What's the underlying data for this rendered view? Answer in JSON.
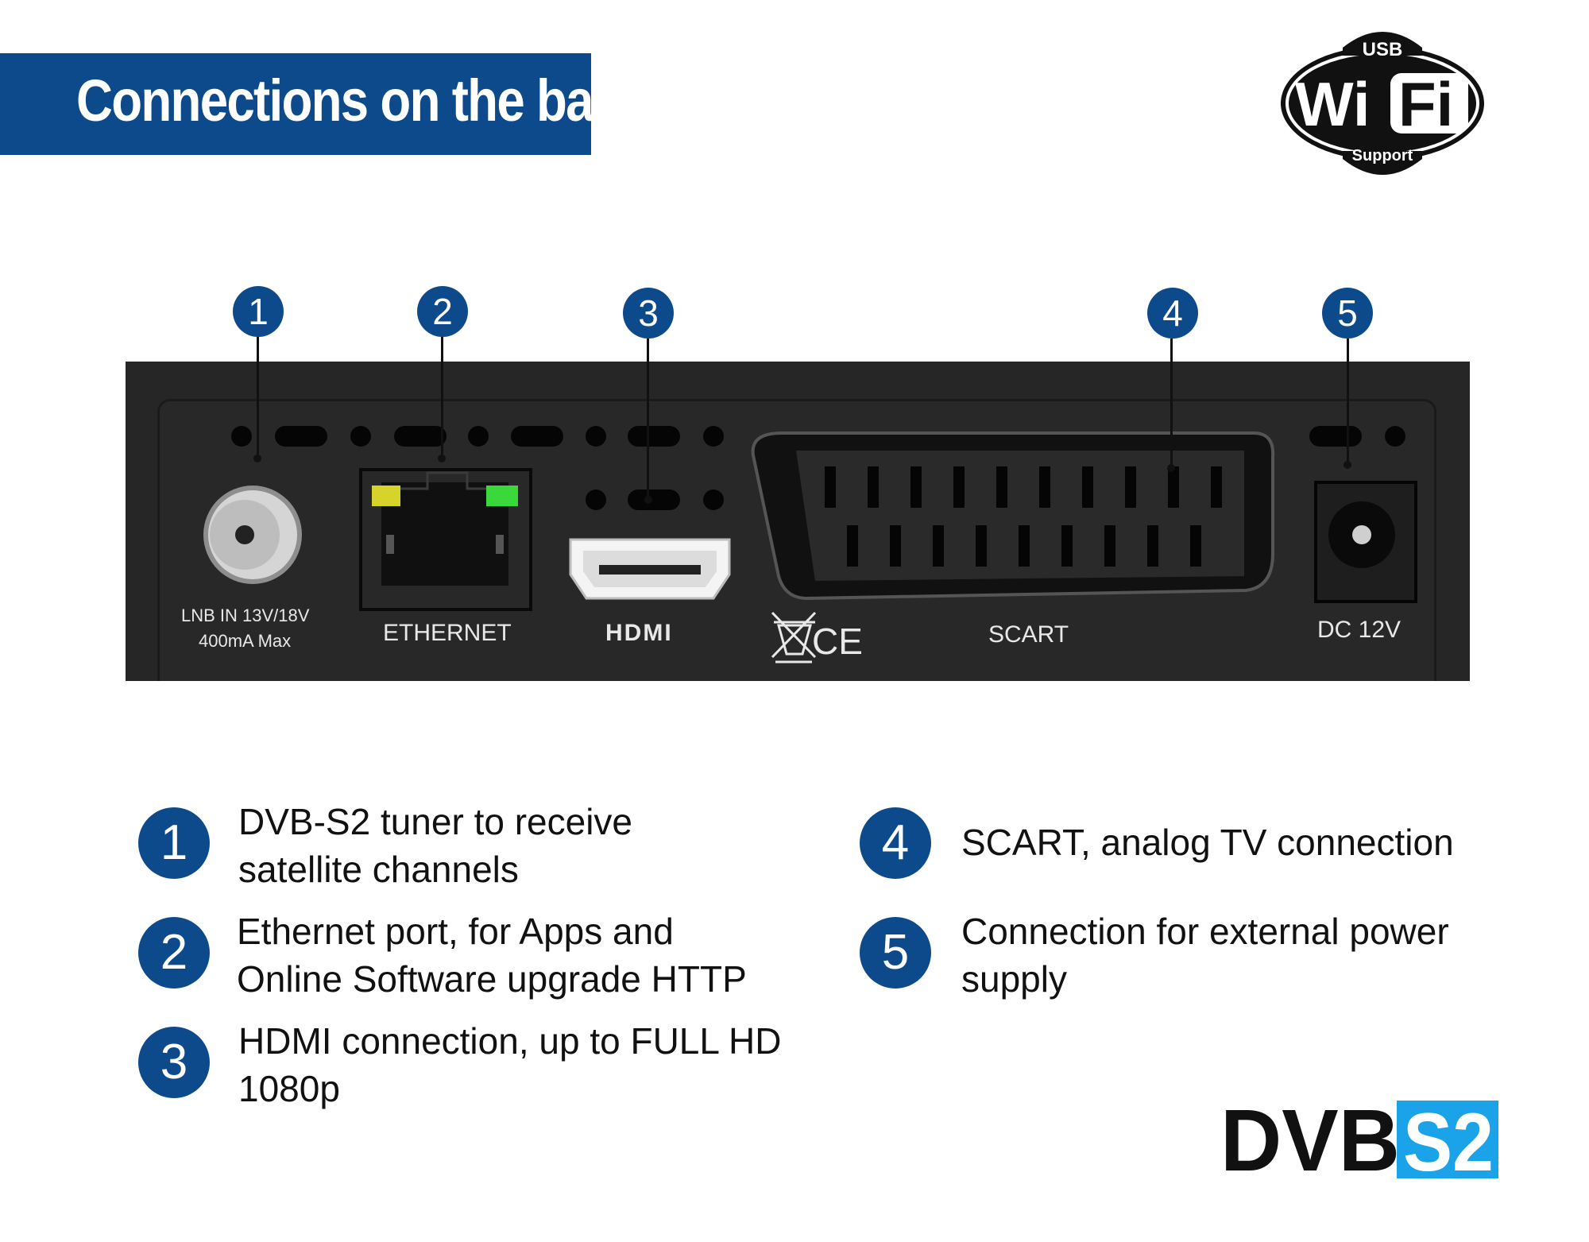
{
  "header": {
    "title": "Connections on the back"
  },
  "wifi_logo": {
    "top": "USB",
    "main_left": "Wi",
    "main_right": "Fi",
    "bottom": "Support"
  },
  "callouts": [
    "1",
    "2",
    "3",
    "4",
    "5"
  ],
  "device_labels": {
    "lnb_line1": "LNB  IN  13V/18V",
    "lnb_line2": "400mA  Max",
    "ethernet": "ETHERNET",
    "hdmi": "HDMI",
    "scart": "SCART",
    "dc": "DC  12V",
    "ce": "CE"
  },
  "descriptions": [
    {
      "num": "1",
      "line1": "DVB-S2 tuner to receive",
      "line2": "satellite channels"
    },
    {
      "num": "2",
      "line1": "Ethernet port, for Apps and",
      "line2": "Online Software upgrade HTTP"
    },
    {
      "num": "3",
      "line1": "HDMI connection, up to FULL HD",
      "line2": "1080p"
    },
    {
      "num": "4",
      "line1": "SCART, analog TV connection",
      "line2": ""
    },
    {
      "num": "5",
      "line1": "Connection for external power",
      "line2": "supply"
    }
  ],
  "dvb_logo": {
    "left": "DVB",
    "right": "S2"
  },
  "colors": {
    "brand_blue": "#0d4a8b",
    "device": "#262626",
    "dvb_cyan": "#1aa3e8"
  }
}
